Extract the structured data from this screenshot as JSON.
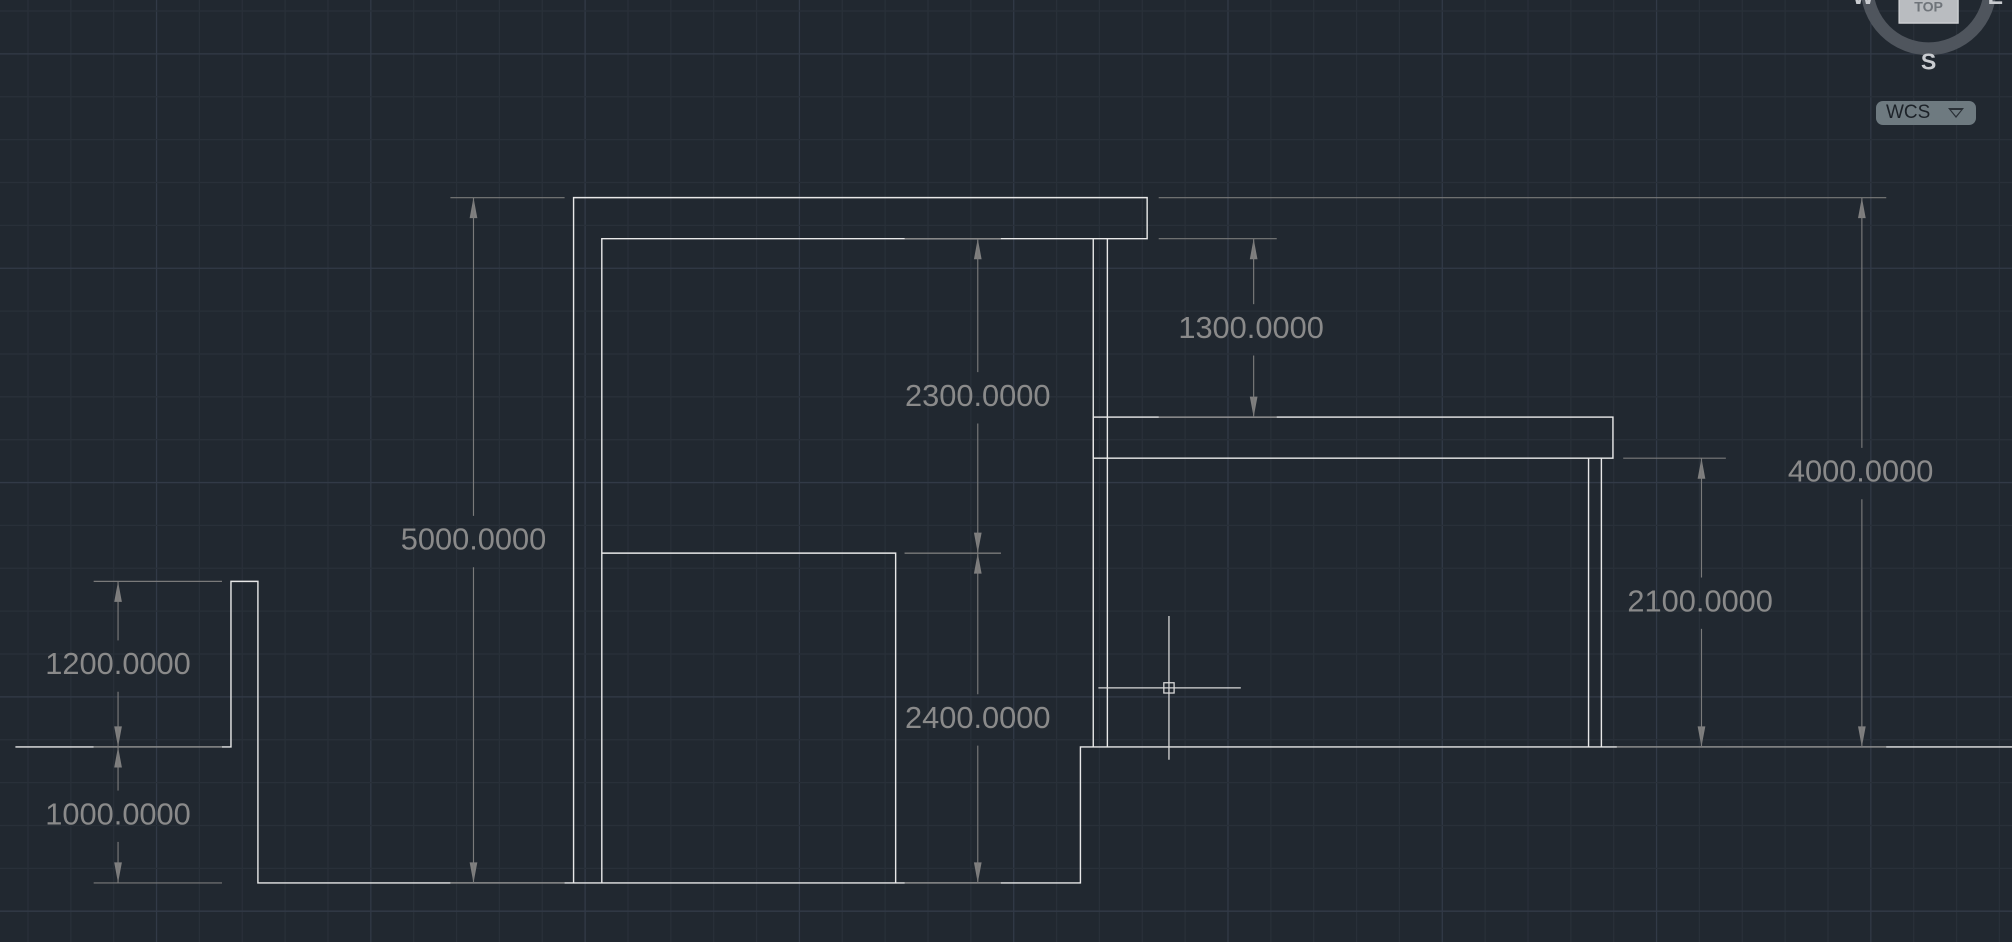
{
  "viewport": {
    "background": "#212830",
    "geometry_color": "#e8e8e8",
    "dimension_color": "#8a8a8a"
  },
  "dimensions": {
    "d5000": "5000.0000",
    "d2300": "2300.0000",
    "d2400": "2400.0000",
    "d1300": "1300.0000",
    "d4000": "4000.0000",
    "d2100": "2100.0000",
    "d1200": "1200.0000",
    "d1000": "1000.0000"
  },
  "viewcube": {
    "west": "W",
    "east": "E",
    "south": "S",
    "top": "TOP"
  },
  "ucs_menu": {
    "label": "WCS"
  }
}
